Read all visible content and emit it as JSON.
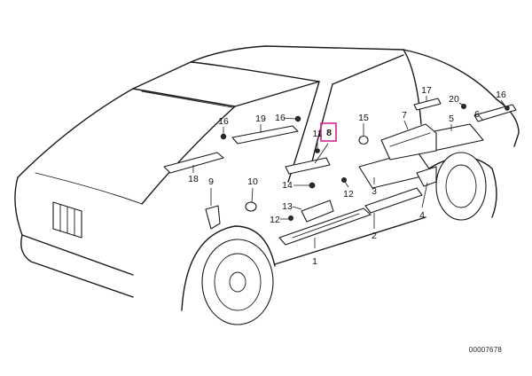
{
  "diagram": {
    "callouts": [
      {
        "id": "c1",
        "label": "1"
      },
      {
        "id": "c2",
        "label": "2"
      },
      {
        "id": "c3",
        "label": "3"
      },
      {
        "id": "c4",
        "label": "4"
      },
      {
        "id": "c5",
        "label": "5"
      },
      {
        "id": "c6",
        "label": "6"
      },
      {
        "id": "c7",
        "label": "7"
      },
      {
        "id": "c8",
        "label": "8",
        "highlighted": true
      },
      {
        "id": "c9",
        "label": "9"
      },
      {
        "id": "c10",
        "label": "10"
      },
      {
        "id": "c11",
        "label": "11"
      },
      {
        "id": "c12a",
        "label": "12"
      },
      {
        "id": "c12b",
        "label": "12"
      },
      {
        "id": "c13",
        "label": "13"
      },
      {
        "id": "c14",
        "label": "14"
      },
      {
        "id": "c15",
        "label": "15"
      },
      {
        "id": "c16a",
        "label": "16"
      },
      {
        "id": "c16b",
        "label": "16"
      },
      {
        "id": "c16c",
        "label": "16"
      },
      {
        "id": "c17",
        "label": "17"
      },
      {
        "id": "c18",
        "label": "18"
      },
      {
        "id": "c19",
        "label": "19"
      },
      {
        "id": "c20",
        "label": "20"
      }
    ],
    "highlight_color": "#d6268a",
    "reference_number": "00007678"
  }
}
